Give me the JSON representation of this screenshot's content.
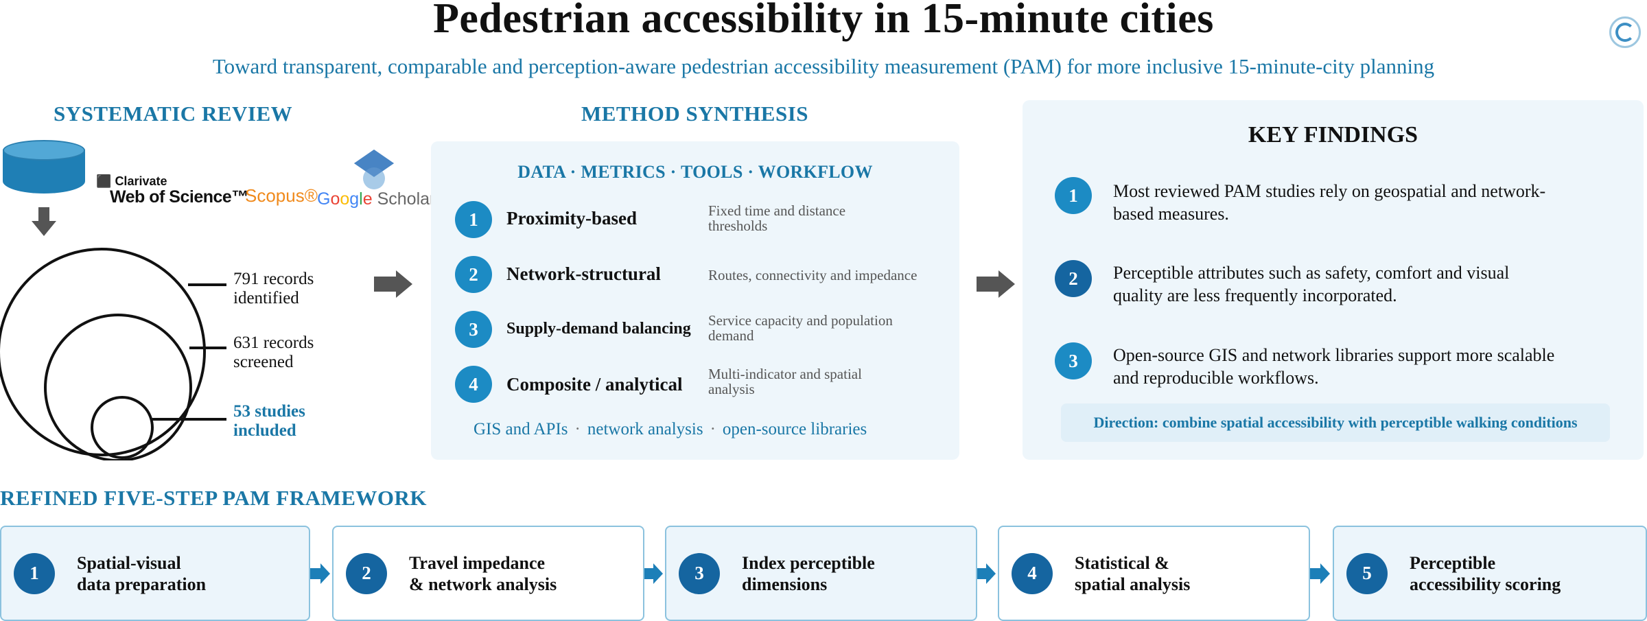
{
  "title": "Pedestrian accessibility in 15-minute cities",
  "subtitle": "Toward transparent, comparable and perception-aware pedestrian accessibility measurement (PAM) for more inclusive 15-minute-city planning",
  "review": {
    "heading": "SYSTEMATIC REVIEW",
    "databases": {
      "wos_brand": "Clarivate",
      "wos_name": "Web of Science™",
      "scopus": "Scopus®",
      "gs_google": [
        "G",
        "o",
        "o",
        "g",
        "l",
        "e"
      ],
      "gs_scholar": " Scholar"
    },
    "records": [
      {
        "lines": [
          "791 records",
          "identified"
        ],
        "count": 791
      },
      {
        "lines": [
          "631 records",
          "screened"
        ],
        "count": 631
      },
      {
        "lines": [
          "53 studies",
          "included"
        ],
        "count": 53
      }
    ]
  },
  "method": {
    "heading": "METHOD SYNTHESIS",
    "subheading": "DATA · METRICS · TOOLS · WORKFLOW",
    "items": [
      {
        "num": "1",
        "name": "Proximity-based",
        "desc": [
          "Fixed time and distance",
          "thresholds"
        ]
      },
      {
        "num": "2",
        "name": "Network-structural",
        "desc": [
          "Routes, connectivity and impedance"
        ]
      },
      {
        "num": "3",
        "name": "Supply-demand balancing",
        "desc": [
          "Service capacity and population",
          "demand"
        ]
      },
      {
        "num": "4",
        "name": "Composite / analytical",
        "desc": [
          "Multi-indicator and spatial",
          "analysis"
        ]
      }
    ],
    "tools": [
      "GIS and APIs",
      "network analysis",
      "open-source libraries"
    ],
    "tools_sep": "·"
  },
  "findings": {
    "heading": "KEY FINDINGS",
    "items": [
      {
        "num": "1",
        "lines": [
          "Most reviewed PAM studies rely on geospatial and network-",
          "based measures."
        ]
      },
      {
        "num": "2",
        "lines": [
          "Perceptible attributes such as safety, comfort and visual",
          "quality are less frequently incorporated."
        ]
      },
      {
        "num": "3",
        "lines": [
          "Open-source GIS and network libraries support more scalable",
          "and reproducible workflows."
        ]
      }
    ],
    "direction": "Direction: combine spatial accessibility with perceptible walking conditions"
  },
  "framework": {
    "heading": "REFINED FIVE-STEP PAM FRAMEWORK",
    "steps": [
      {
        "num": "1",
        "lines": [
          "Spatial-visual",
          "data preparation"
        ]
      },
      {
        "num": "2",
        "lines": [
          "Travel impedance",
          "& network analysis"
        ]
      },
      {
        "num": "3",
        "lines": [
          "Index perceptible",
          "dimensions"
        ]
      },
      {
        "num": "4",
        "lines": [
          "Statistical &",
          "spatial analysis"
        ]
      },
      {
        "num": "5",
        "lines": [
          "Perceptible",
          "accessibility scoring"
        ]
      }
    ]
  },
  "colors": {
    "accent": "#1a77a6",
    "circle": "#1c8bc4",
    "circle_dark": "#1565a0",
    "panel": "#eef6fb",
    "arrow": "#555555"
  }
}
